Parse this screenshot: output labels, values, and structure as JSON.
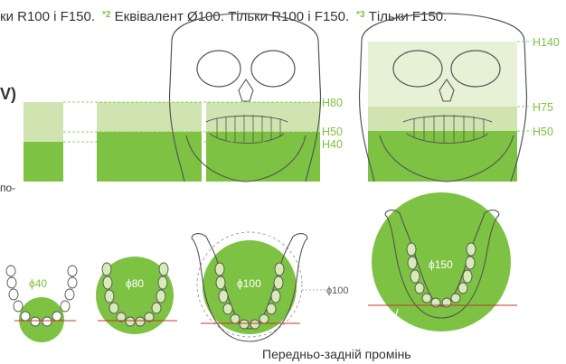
{
  "footnotes": {
    "lead_text": "ки R100 і F150.",
    "note2_mark": "*2",
    "note2_text": "Еквівалент Ø100. Тільки R100 і F150.",
    "note3_mark": "*3",
    "note3_text": "Тільки F150."
  },
  "section_heading_fragment": "V)",
  "side_text_fragment": "по-",
  "fov_heights": {
    "skull1": [
      {
        "label": "H80",
        "value": 80
      },
      {
        "label": "H50",
        "value": 50
      },
      {
        "label": "H40",
        "value": 40
      }
    ],
    "skull2": [
      {
        "label": "H140",
        "value": 140
      },
      {
        "label": "H75",
        "value": 75
      },
      {
        "label": "H50",
        "value": 50
      }
    ]
  },
  "fov_diameters": [
    {
      "label": "ϕ40",
      "value": 40
    },
    {
      "label": "ϕ80",
      "value": 80
    },
    {
      "label": "ϕ100",
      "value": 100
    },
    {
      "label": "ϕ150",
      "value": 150
    }
  ],
  "outer_circle_label": "ϕ100",
  "beam_label": "Передньо-задній промінь",
  "colors": {
    "green_dark": "#7dc242",
    "green_light": "#cfe4b0",
    "green_pale": "#e6f1d6",
    "red_line": "#c0392b",
    "outline": "#555555"
  }
}
